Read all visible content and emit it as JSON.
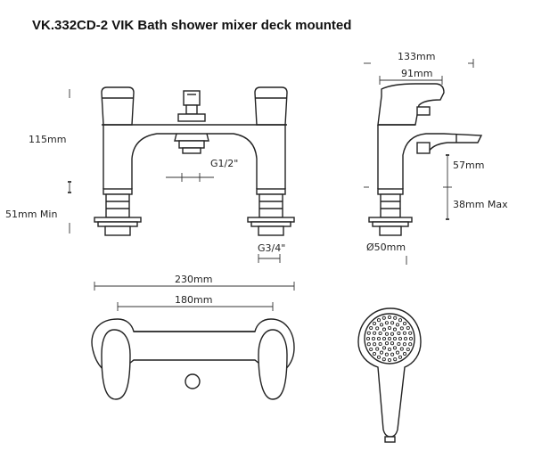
{
  "title": "VK.332CD-2 VIK Bath shower mixer deck mounted",
  "dimensions": {
    "height_body": "115mm",
    "deck_min": "51mm Min",
    "outlet_thread": "G1/2\"",
    "inlet_thread": "G3/4\"",
    "depth_total": "133mm",
    "depth_spout": "91mm",
    "spout_height": "57mm",
    "deck_max": "38mm Max",
    "base_diameter": "Ø50mm",
    "width_total": "230mm",
    "centres": "180mm"
  },
  "colors": {
    "line": "#222222",
    "background": "#ffffff"
  }
}
